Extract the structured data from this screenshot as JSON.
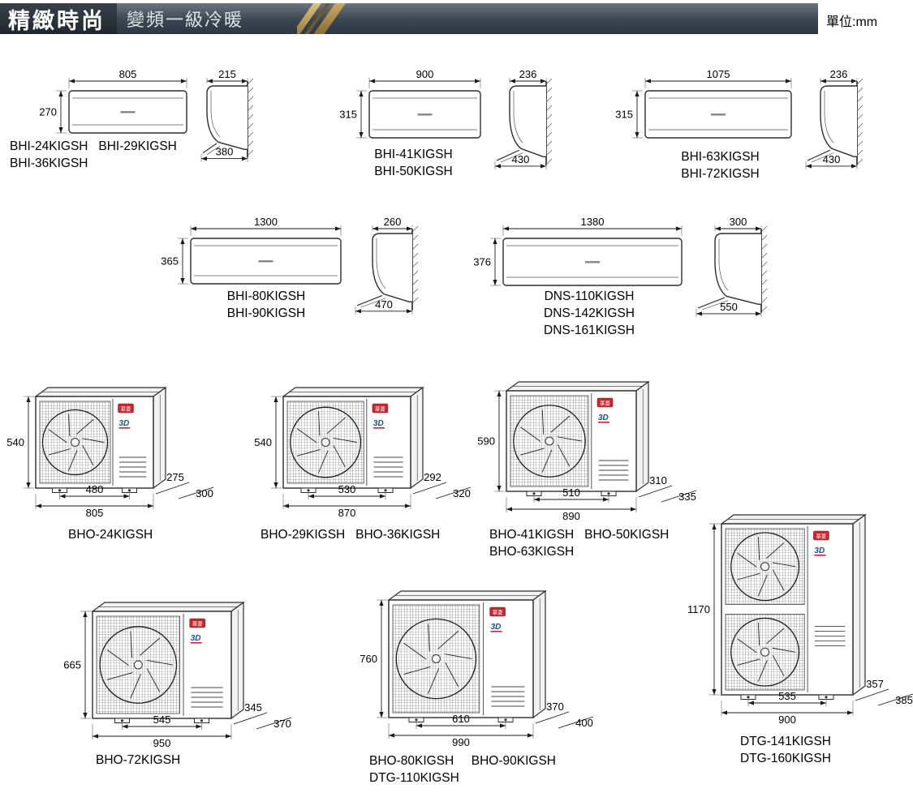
{
  "header": {
    "title": "精緻時尚",
    "subtitle": "變頻一級冷暖",
    "unit_label": "單位:mm"
  },
  "badges": {
    "brand": "華菱",
    "tech": "3D"
  },
  "indoor_units": [
    {
      "front_w": "805",
      "front_h": "270",
      "side_top_d": "215",
      "side_total_d": "380",
      "model_lines": [
        "BHI-24KIGSH   BHI-29KIGSH",
        "BHI-36KIGSH"
      ]
    },
    {
      "front_w": "900",
      "front_h": "315",
      "side_top_d": "236",
      "side_total_d": "430",
      "model_lines": [
        "BHI-41KIGSH",
        "BHI-50KIGSH"
      ]
    },
    {
      "front_w": "1075",
      "front_h": "315",
      "side_top_d": "236",
      "side_total_d": "430",
      "model_lines": [
        "BHI-63KIGSH",
        "BHI-72KIGSH"
      ]
    },
    {
      "front_w": "1300",
      "front_h": "365",
      "side_top_d": "260",
      "side_total_d": "470",
      "model_lines": [
        "BHI-80KIGSH",
        "BHI-90KIGSH"
      ]
    },
    {
      "front_w": "1380",
      "front_h": "376",
      "side_top_d": "300",
      "side_total_d": "550",
      "model_lines": [
        "DNS-110KIGSH",
        "DNS-142KIGSH",
        "DNS-161KIGSH"
      ]
    }
  ],
  "outdoor_units": [
    {
      "height": "540",
      "feet_w": "480",
      "total_w": "805",
      "depth_a": "275",
      "depth_b": "300",
      "model_lines": [
        "BHO-24KIGSH"
      ]
    },
    {
      "height": "540",
      "feet_w": "530",
      "total_w": "870",
      "depth_a": "292",
      "depth_b": "320",
      "model_lines": [
        "BHO-29KIGSH   BHO-36KIGSH"
      ]
    },
    {
      "height": "590",
      "feet_w": "510",
      "total_w": "890",
      "depth_a": "310",
      "depth_b": "335",
      "model_lines": [
        "BHO-41KIGSH   BHO-50KIGSH",
        "BHO-63KIGSH"
      ]
    },
    {
      "height": "665",
      "feet_w": "545",
      "total_w": "950",
      "depth_a": "345",
      "depth_b": "370",
      "model_lines": [
        "BHO-72KIGSH"
      ]
    },
    {
      "height": "760",
      "feet_w": "610",
      "total_w": "990",
      "depth_a": "370",
      "depth_b": "400",
      "model_lines": [
        "BHO-80KIGSH     BHO-90KIGSH",
        "DTG-110KIGSH"
      ]
    },
    {
      "height": "1170",
      "feet_w": "535",
      "total_w": "900",
      "depth_a": "357",
      "depth_b": "385",
      "model_lines": [
        "DTG-141KIGSH",
        "DTG-160KIGSH"
      ]
    }
  ]
}
